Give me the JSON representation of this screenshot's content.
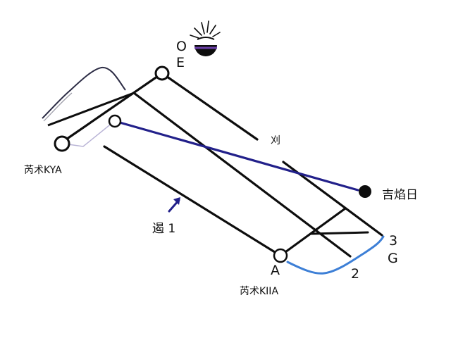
{
  "labels": {
    "point_o": "O",
    "point_e": "E",
    "point_a": "A",
    "point_2": "2",
    "point_3": "3",
    "point_g": "G",
    "left_caption": "芮术KYA",
    "bottom_caption": "芮术KIIA",
    "right_caption": "吉焰日",
    "middle_caption": "遏 1",
    "upper_mark": "刈"
  },
  "colors": {
    "stroke": "#0d0d0d",
    "navy": "#22208a",
    "blue_arc": "#3d7fd6",
    "sun_purple": "#6b3fa8"
  }
}
